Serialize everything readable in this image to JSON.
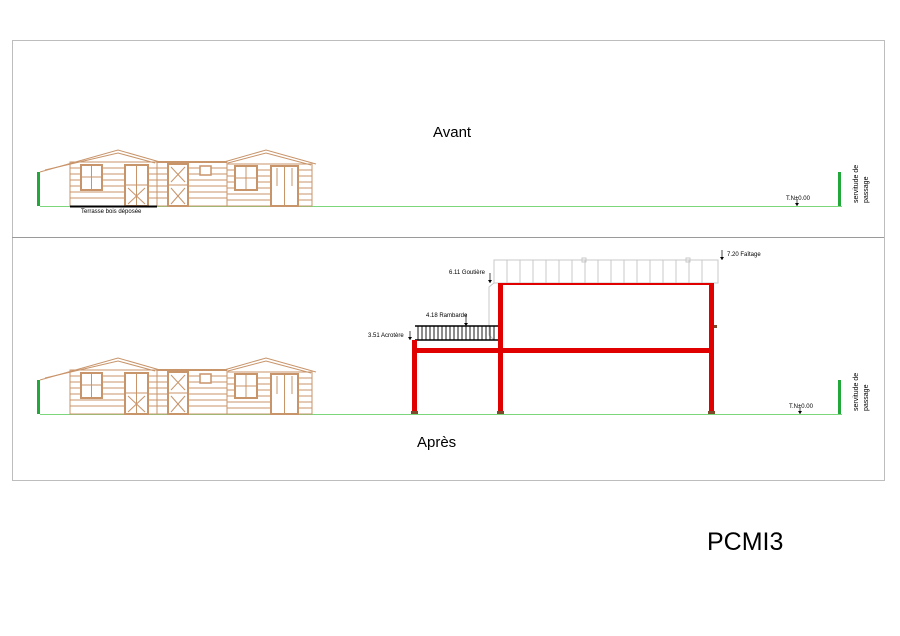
{
  "sheet": {
    "code": "PCMI3"
  },
  "before": {
    "title": "Avant",
    "terrace_label": "Terrasse bois déposée",
    "ground_label": "T.N±0.00",
    "easement_label_line1": "servitude de",
    "easement_label_line2": "passage"
  },
  "after": {
    "title": "Après",
    "ground_label": "T.N±0.00",
    "easement_label_line1": "servitude de",
    "easement_label_line2": "passage",
    "ridge_label": "7.20 Faîtage",
    "gutter_label": "6.11 Goutière",
    "railing_label": "4.18 Rambarde",
    "parapet_label": "3.51 Acrotère"
  },
  "colors": {
    "wood": "#c8946a",
    "ground": "#7cd67c",
    "fence": "#22a83a",
    "structure": "#e00000",
    "frame": "#bdbdbd",
    "pergola": "#c9c9c9"
  }
}
